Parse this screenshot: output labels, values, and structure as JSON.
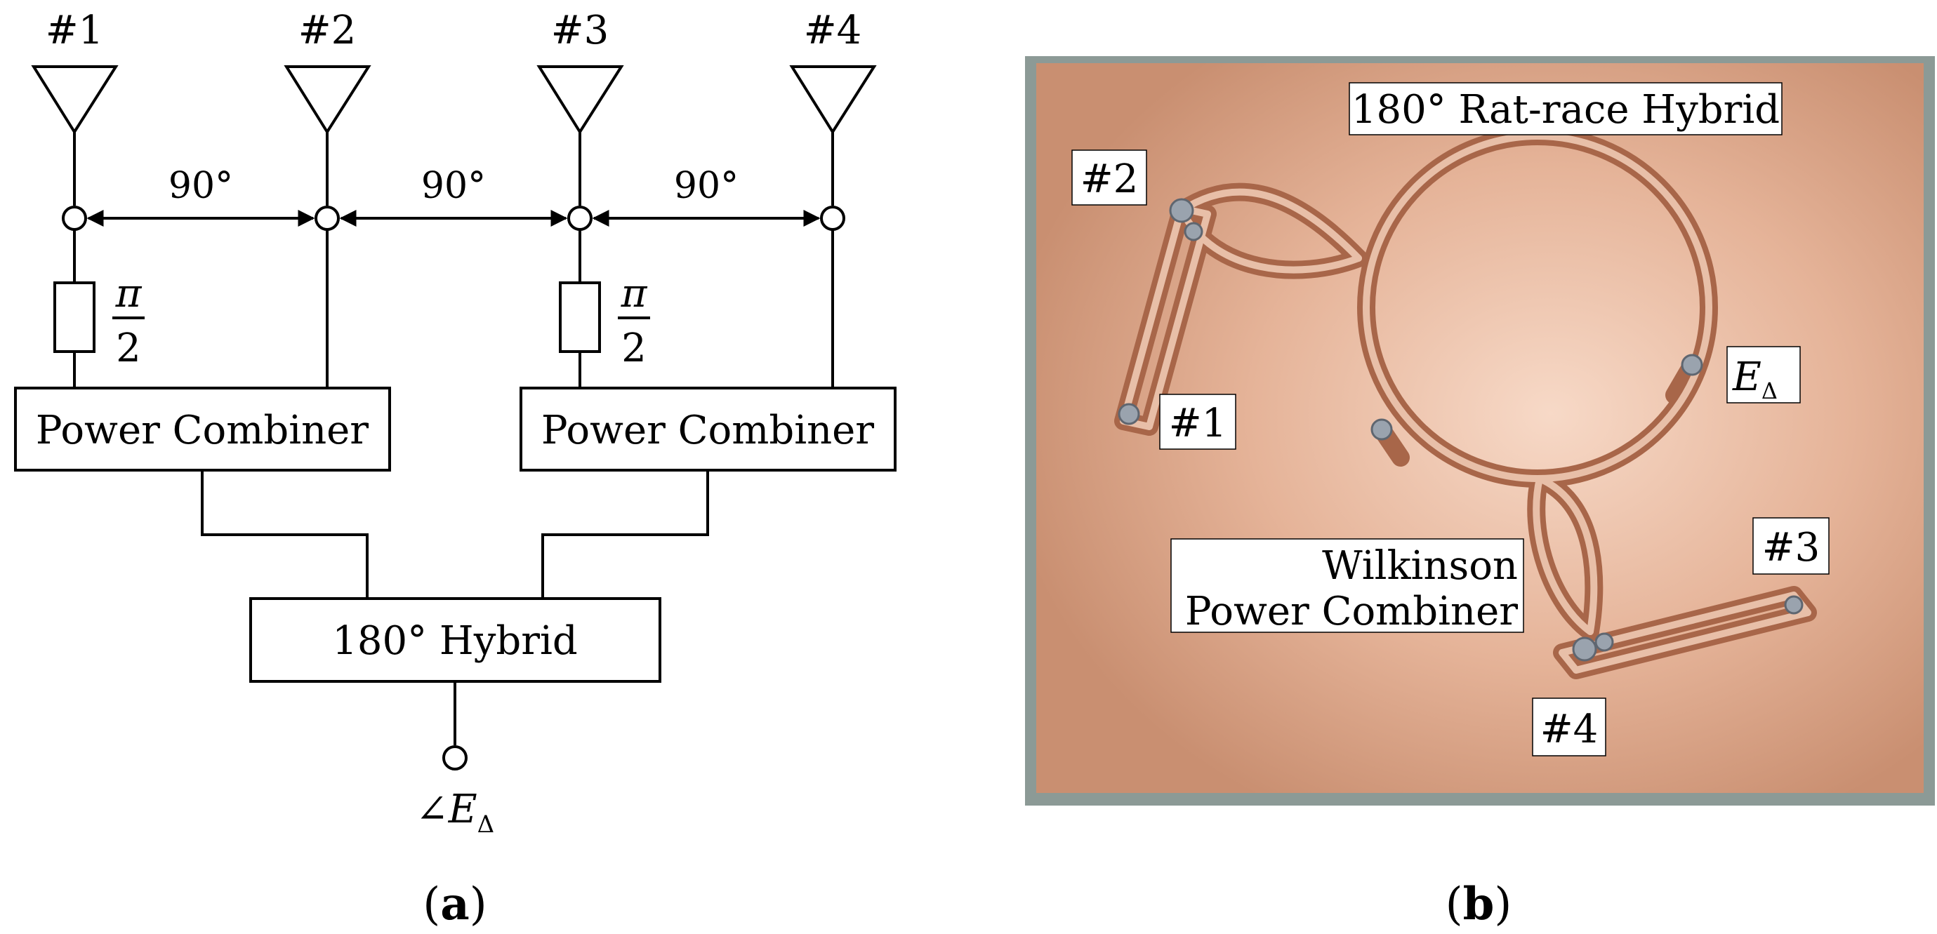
{
  "panel_a": {
    "antennas": [
      "#1",
      "#2",
      "#3",
      "#4"
    ],
    "phase_labels": [
      "90°",
      "90°",
      "90°"
    ],
    "shifters": [
      {
        "numerator": "π",
        "denominator": "2"
      },
      {
        "numerator": "π",
        "denominator": "2"
      }
    ],
    "combiners": [
      "Power Combiner",
      "Power Combiner"
    ],
    "hybrid": "180°  Hybrid",
    "output_angle": "∠",
    "output_symbol": "E",
    "output_subscript": "Δ",
    "panel_letter": "a"
  },
  "panel_b": {
    "title": "180°  Rat-race Hybrid",
    "ports": [
      "#1",
      "#2",
      "#3",
      "#4"
    ],
    "delta_symbol": "E",
    "delta_subscript": "Δ",
    "wilkinson_line1": "Wilkinson",
    "wilkinson_line2": "Power Combiner",
    "panel_letter": "b"
  },
  "colors": {
    "pcb": "#d9a184",
    "pcb_edge": "#b9876c",
    "trace": "#a86649",
    "solder": "#9aa3ae",
    "frame": "#8c9a96"
  }
}
